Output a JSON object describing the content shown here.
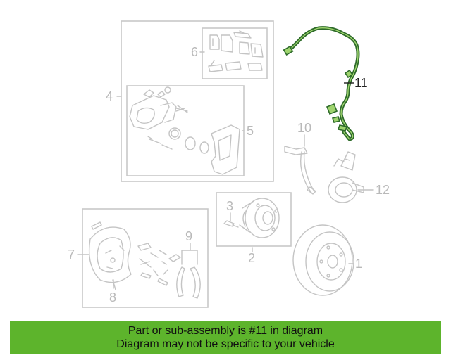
{
  "diagram": {
    "callouts": [
      "1",
      "2",
      "3",
      "4",
      "5",
      "6",
      "7",
      "8",
      "9",
      "10",
      "11",
      "12"
    ],
    "highlighted_part": "11",
    "highlight_color": "#2e6b2a",
    "part_color": "#c4c4c4",
    "icons": [
      "caliper-assembly",
      "brake-pads",
      "hub-bearing",
      "brake-rotor",
      "backing-plate",
      "parking-brake-shoes",
      "brake-hose",
      "abs-wheel-speed-sensor",
      "sensor-clip"
    ]
  },
  "banner": {
    "line1": "Part or sub-assembly is #11 in diagram",
    "line2": "Diagram may not be specific to your vehicle",
    "background": "#5db42c"
  }
}
